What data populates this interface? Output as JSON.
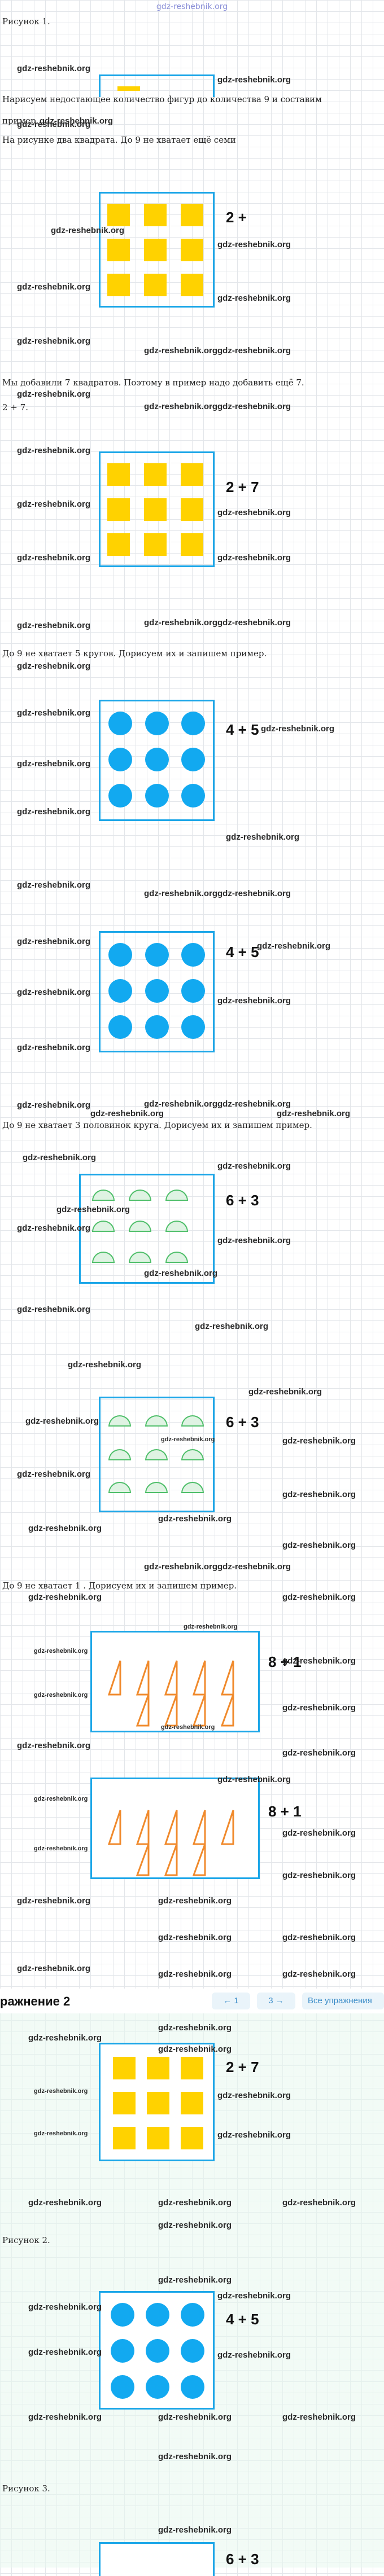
{
  "site": "gdz-reshebnik.org",
  "watermark": "gdz-reshebnik.org",
  "picture1_label": "Рисунок 1.",
  "intro_line1": "Нарисуем недостающее количество фигур до количества 9 и составим",
  "intro_line2": "пример.",
  "intro_line3": "На рисунке два квадрата. До 9 не хватает ещё семи",
  "added_line": "Мы добавили 7 квадратов. Поэтому в пример надо добавить ещё 7.",
  "added_line2": "2 + 7.",
  "circles_line": "До 9 не хватает 5 кругов. Дорисуем их и запишем пример.",
  "halves_line": "До 9 не хватает 3 половинок круга. Дорисуем их и запишем пример.",
  "triangles_line": "До 9 не хватает 1 . Дорисуем их и запишем пример.",
  "eq_squares_partial": "2 +",
  "eq_squares": "2 + 7",
  "eq_circles": "4 + 5",
  "eq_halves": "6 + 3",
  "eq_triangles": "8 + 1",
  "nav": {
    "title": "ражнение 2",
    "prev_label": "← 1",
    "next_label": "3 →",
    "all_label": "Все упражнения"
  },
  "picture2_label": "Рисунок 2.",
  "picture3_label": "Рисунок 3.",
  "colors": {
    "box": "#1ba6e8",
    "square": "#ffd200",
    "circle": "#12a9f0",
    "half": "#4fbf6a",
    "triangle": "#f08a2c"
  }
}
